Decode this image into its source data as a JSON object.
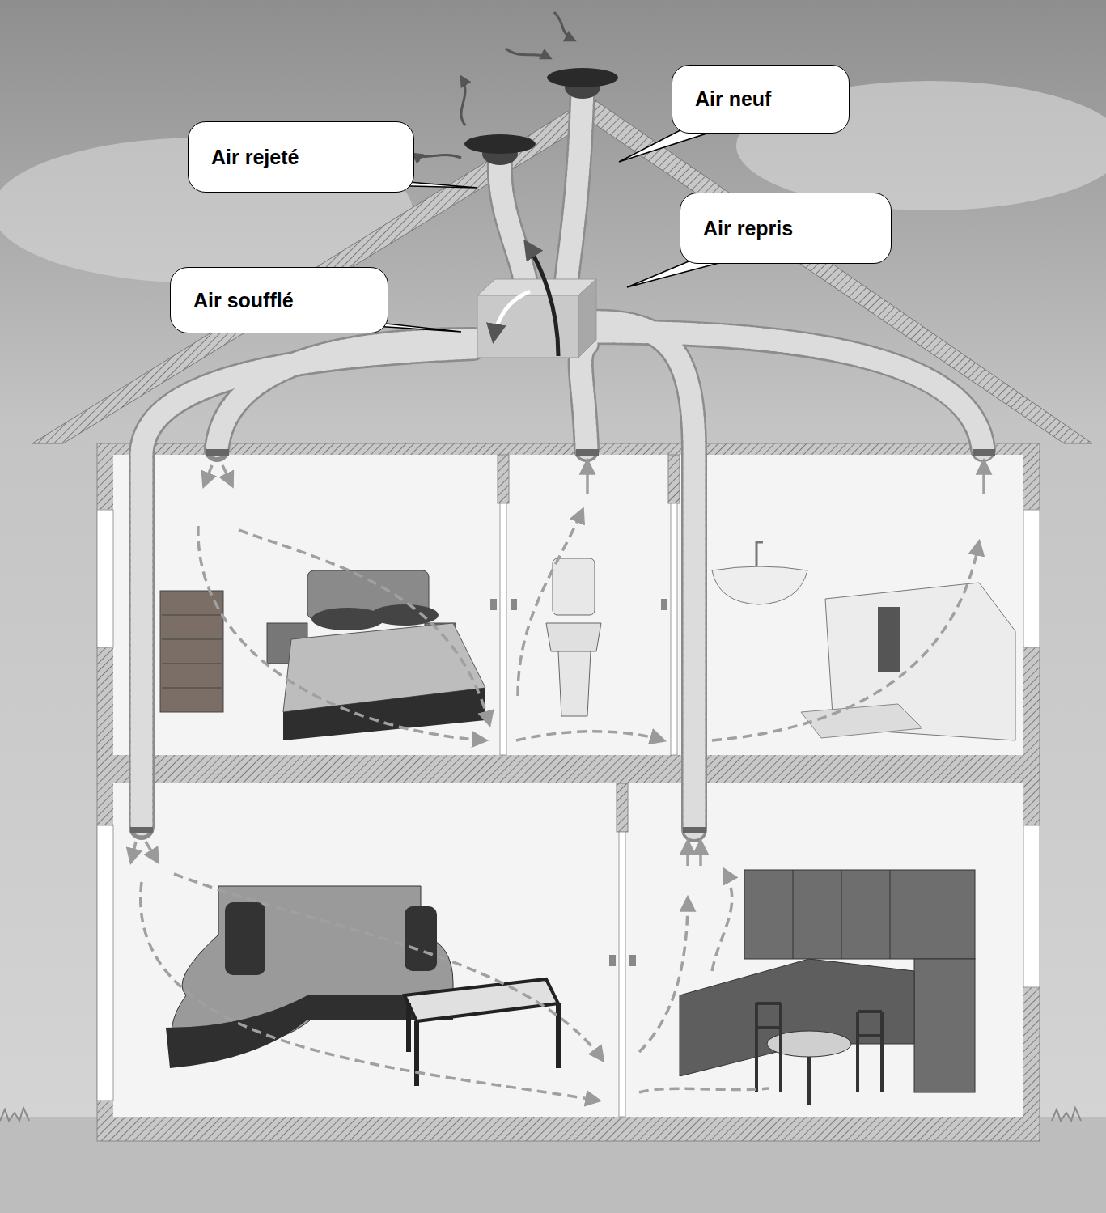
{
  "diagram": {
    "nodes": [
      {
        "text": [
          "Air rejeté"
        ]
      },
      {
        "text": [
          "Air neuf"
        ]
      },
      {
        "text": [
          "Air repris"
        ]
      },
      {
        "text": [
          "Air soufflé"
        ]
      }
    ]
  }
}
